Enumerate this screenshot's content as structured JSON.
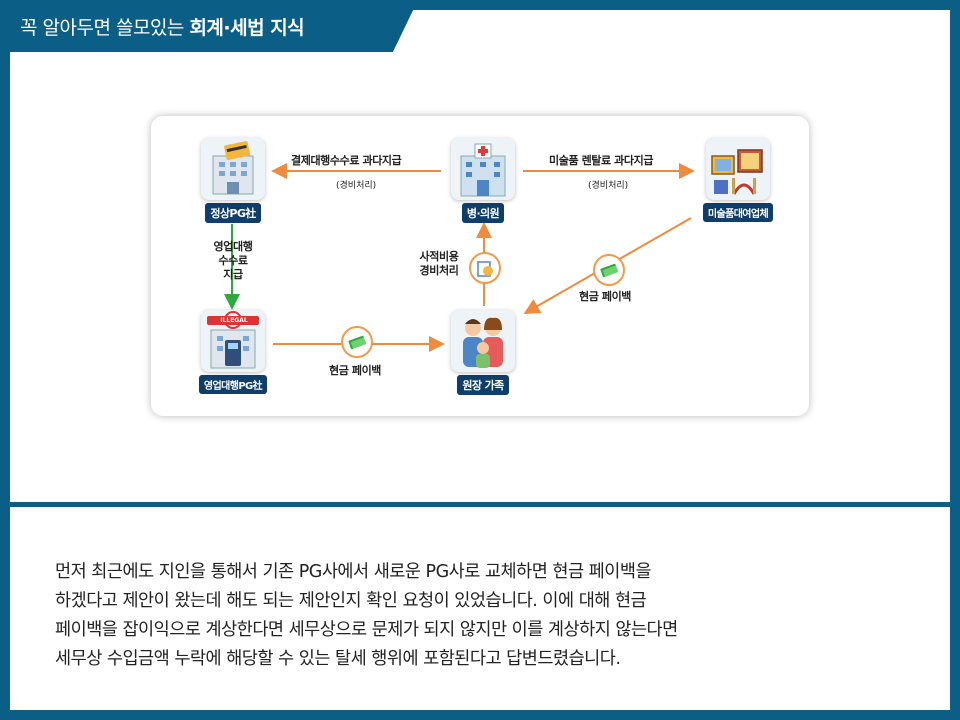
{
  "header": {
    "title_prefix": "꼭 알아두면 쓸모있는 ",
    "title_strong": "회계·세법 지식"
  },
  "diagram": {
    "nodes": {
      "normal_pg": "정상PG社",
      "hospital": "병·의원",
      "art_rental": "미술품대여업체",
      "agency_pg": "영업대행PG社",
      "family": "원장 가족",
      "illegal_badge": "ILLEGAL"
    },
    "flows": {
      "fee_overpay": "결제대행수수료 과다지급",
      "fee_overpay_sub": "(경비처리)",
      "art_overpay": "미술품 렌탈료 과다지급",
      "art_overpay_sub": "(경비처리)",
      "agency_fee": [
        "영업대행",
        "수수료",
        "지급"
      ],
      "private_cost": [
        "사적비용",
        "경비처리"
      ],
      "cash_payback_right": "현금 페이백",
      "cash_payback_bottom": "현금 페이백"
    },
    "colors": {
      "orange": "#f08a3c",
      "green": "#2faa3f",
      "label_bg": "#0f3e6b"
    }
  },
  "body": {
    "lines": [
      "먼저 최근에도 지인을 통해서 기존 PG사에서 새로운 PG사로 교체하면 현금 페이백을",
      "하겠다고 제안이 왔는데 해도 되는 제안인지 확인 요청이 있었습니다. 이에 대해 현금",
      "페이백을 잡이익으로 계상한다면 세무상으로 문제가 되지 않지만 이를 계상하지 않는다면",
      "세무상 수입금액 누락에 해당할 수 있는 탈세 행위에 포함된다고 답변드렸습니다."
    ]
  }
}
